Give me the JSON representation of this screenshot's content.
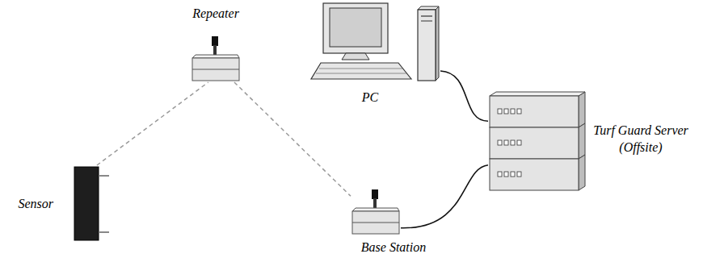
{
  "diagram": {
    "nodes": [
      {
        "text": [
          "Repeater"
        ]
      },
      {
        "text": [
          "PC"
        ]
      },
      {
        "text": [
          "Turf Guard Server (Offsite)"
        ]
      },
      {
        "text": [
          "Sensor"
        ]
      },
      {
        "text": [
          "Base Station"
        ]
      }
    ],
    "edges": [
      {
        "from": 3,
        "to": 0,
        "arrow": "none"
      },
      {
        "from": 0,
        "to": 4,
        "arrow": "none"
      },
      {
        "from": 1,
        "to": 2,
        "arrow": "none"
      },
      {
        "from": 4,
        "to": 2,
        "arrow": "none"
      }
    ]
  }
}
